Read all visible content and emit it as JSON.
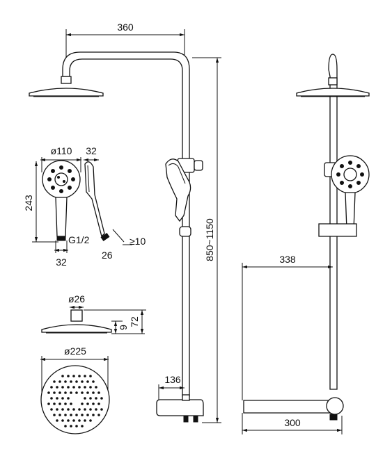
{
  "dimensions": {
    "arm_reach": "360",
    "handshower_diameter": "ø110",
    "handshower_thickness": "32",
    "handshower_length": "243",
    "thread": "G1/2",
    "handle_width": "32",
    "hose_connector": "26",
    "min_gap": "≥10",
    "overall_height": "850~1150",
    "side_depth": "338",
    "head_neck_diameter": "ø26",
    "head_thickness_small": "9",
    "head_thickness_total": "72",
    "head_diameter": "ø225",
    "shelf_depth_front": "136",
    "shelf_width": "300"
  },
  "colors": {
    "line": "#111111",
    "background": "#ffffff"
  }
}
